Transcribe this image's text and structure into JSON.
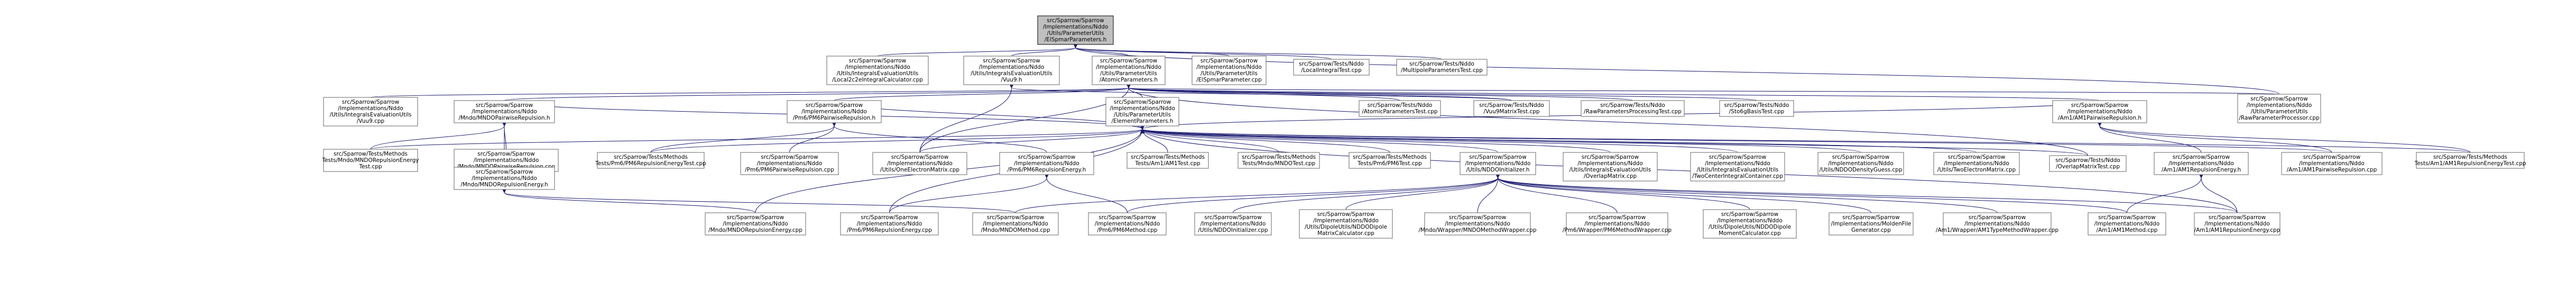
{
  "graph": {
    "colors": {
      "node_fill": "#ffffff",
      "node_stroke": "#666666",
      "root_fill": "#bfbfbf",
      "root_stroke": "#000000",
      "edge": "#191970",
      "text": "#000000"
    },
    "nodes": [
      {
        "id": "root",
        "lines": [
          "src/Sparrow/Sparrow",
          "/Implementations/Nddo",
          "/Utils/ParameterUtils",
          "/ElSpmarParameters.h"
        ]
      },
      {
        "id": "loc2c",
        "lines": [
          "src/Sparrow/Sparrow",
          "/Implementations/Nddo",
          "/Utils/IntegralsEvaluationUtils",
          "/Local2c2eIntegralCalculator.cpp"
        ]
      },
      {
        "id": "vuu",
        "lines": [
          "src/Sparrow/Sparrow",
          "/Implementations/Nddo",
          "/Utils/IntegralsEvaluationUtils",
          "/Vuu9.h"
        ]
      },
      {
        "id": "atomic",
        "lines": [
          "src/Sparrow/Sparrow",
          "/Implementations/Nddo",
          "/Utils/ParameterUtils",
          "/AtomicParameters.h"
        ]
      },
      {
        "id": "elspmarcpp",
        "lines": [
          "src/Sparrow/Sparrow",
          "/Implementations/Nddo",
          "/Utils/ParameterUtils",
          "/ElSpmarParameter.cpp"
        ]
      },
      {
        "id": "locint",
        "lines": [
          "src/Sparrow/Tests/Nddo",
          "/LocalIntegralTest.cpp"
        ]
      },
      {
        "id": "multparam",
        "lines": [
          "src/Sparrow/Tests/Nddo",
          "/MultipoleParametersTest.cpp"
        ]
      },
      {
        "id": "rawproc",
        "lines": [
          "src/Sparrow/Sparrow",
          "/Implementations/Nddo",
          "/Utils/ParameterUtils",
          "/RawParameterProcessor.cpp"
        ]
      },
      {
        "id": "vuu9cpp",
        "lines": [
          "src/Sparrow/Sparrow",
          "/Implementations/Nddo",
          "/Utils/IntegralsEvaluationUtils",
          "/Vuu9.cpp"
        ]
      },
      {
        "id": "mndoparh",
        "lines": [
          "src/Sparrow/Sparrow",
          "/Implementations/Nddo",
          "/Mndo/MNDOPairwiseRepulsion.h"
        ]
      },
      {
        "id": "pm6parh",
        "lines": [
          "src/Sparrow/Sparrow",
          "/Implementations/Nddo",
          "/Pm6/PM6PairwiseRepulsion.h"
        ]
      },
      {
        "id": "element",
        "lines": [
          "src/Sparrow/Sparrow",
          "/Implementations/Nddo",
          "/Utils/ParameterUtils",
          "/ElementParameters.h"
        ]
      },
      {
        "id": "atomtest",
        "lines": [
          "src/Sparrow/Tests/Nddo",
          "/AtomicParametersTest.cpp"
        ]
      },
      {
        "id": "rawtest",
        "lines": [
          "src/Sparrow/Tests/Nddo",
          "/RawParametersProcessingTest.cpp"
        ]
      },
      {
        "id": "sto6g",
        "lines": [
          "src/Sparrow/Tests/Nddo",
          "/Sto6gBasisTest.cpp"
        ]
      },
      {
        "id": "am1parh",
        "lines": [
          "src/Sparrow/Sparrow",
          "/Implementations/Nddo",
          "/Am1/AM1PairwiseRepulsion.h"
        ]
      },
      {
        "id": "vuu9test",
        "lines": [
          "src/Sparrow/Tests/Nddo",
          "/Vuu9MatrixTest.cpp"
        ]
      },
      {
        "id": "tmndoene",
        "lines": [
          "src/Sparrow/Tests/Methods",
          "Tests/Mndo/MNDORepulsionEnergy",
          "Test.cpp"
        ]
      },
      {
        "id": "mndoparcpp",
        "lines": [
          "src/Sparrow/Sparrow",
          "/Implementations/Nddo",
          "/Mndo/MNDOPairwiseRepulsion.cpp"
        ]
      },
      {
        "id": "mndorepeh",
        "lines": [
          "src/Sparrow/Sparrow",
          "/Implementations/Nddo",
          "/Mndo/MNDORepulsionEnergy.h"
        ]
      },
      {
        "id": "tpm6ene",
        "lines": [
          "src/Sparrow/Tests/Methods",
          "Tests/Pm6/PM6RepulsionEnergyTest.cpp"
        ]
      },
      {
        "id": "pm6parcpp",
        "lines": [
          "src/Sparrow/Sparrow",
          "/Implementations/Nddo",
          "/Pm6/PM6PairwiseRepulsion.cpp"
        ]
      },
      {
        "id": "onecenter",
        "lines": [
          "src/Sparrow/Sparrow",
          "/Implementations/Nddo",
          "/Utils/OneElectronMatrix.cpp"
        ]
      },
      {
        "id": "pm6repeh",
        "lines": [
          "src/Sparrow/Sparrow",
          "/Implementations/Nddo",
          "/Pm6/PM6RepulsionEnergy.h"
        ]
      },
      {
        "id": "tam1",
        "lines": [
          "src/Sparrow/Tests/Methods",
          "Tests/Am1/AM1Test.cpp"
        ]
      },
      {
        "id": "tmndo",
        "lines": [
          "src/Sparrow/Tests/Methods",
          "Tests/Mndo/MNDOTest.cpp"
        ]
      },
      {
        "id": "tpm6",
        "lines": [
          "src/Sparrow/Tests/Methods",
          "Tests/Pm6/PM6Test.cpp"
        ]
      },
      {
        "id": "nddoinith",
        "lines": [
          "src/Sparrow/Sparrow",
          "/Implementations/Nddo",
          "/Utils/NDDOInitializer.h"
        ]
      },
      {
        "id": "overlapcpp",
        "lines": [
          "src/Sparrow/Sparrow",
          "/Implementations/Nddo",
          "/Utils/IntegralsEvaluationUtils",
          "/OverlapMatrix.cpp"
        ]
      },
      {
        "id": "twocenter",
        "lines": [
          "src/Sparrow/Sparrow",
          "/Implementations/Nddo",
          "/Utils/IntegralsEvaluationUtils",
          "/TwoCenterIntegralContainer.cpp"
        ]
      },
      {
        "id": "density",
        "lines": [
          "src/Sparrow/Sparrow",
          "/Implementations/Nddo",
          "/Utils/NDDODensityGuess.cpp"
        ]
      },
      {
        "id": "twoelec",
        "lines": [
          "src/Sparrow/Sparrow",
          "/Implementations/Nddo",
          "/Utils/TwoElectronMatrix.cpp"
        ]
      },
      {
        "id": "overlaptest",
        "lines": [
          "src/Sparrow/Tests/Nddo",
          "/OverlapMatrixTest.cpp"
        ]
      },
      {
        "id": "am1repeh",
        "lines": [
          "src/Sparrow/Sparrow",
          "/Implementations/Nddo",
          "/Am1/AM1RepulsionEnergy.h"
        ]
      },
      {
        "id": "am1parcpp",
        "lines": [
          "src/Sparrow/Sparrow",
          "/Implementations/Nddo",
          "/Am1/AM1PairwiseRepulsion.cpp"
        ]
      },
      {
        "id": "tam1ene",
        "lines": [
          "src/Sparrow/Tests/Methods",
          "Tests/Am1/AM1RepulsionEnergyTest.cpp"
        ]
      },
      {
        "id": "mndorepcpp",
        "lines": [
          "src/Sparrow/Sparrow",
          "/Implementations/Nddo",
          "/Mndo/MNDORepulsionEnergy.cpp"
        ]
      },
      {
        "id": "pm6repcpp",
        "lines": [
          "src/Sparrow/Sparrow",
          "/Implementations/Nddo",
          "/Pm6/PM6RepulsionEnergy.cpp"
        ]
      },
      {
        "id": "mndomethod",
        "lines": [
          "src/Sparrow/Sparrow",
          "/Implementations/Nddo",
          "/Mndo/MNDOMethod.cpp"
        ]
      },
      {
        "id": "pm6method",
        "lines": [
          "src/Sparrow/Sparrow",
          "/Implementations/Nddo",
          "/Pm6/PM6Method.cpp"
        ]
      },
      {
        "id": "nddoinitcpp",
        "lines": [
          "src/Sparrow/Sparrow",
          "/Implementations/Nddo",
          "/Utils/NDDOInitializer.cpp"
        ]
      },
      {
        "id": "dipolecalc",
        "lines": [
          "src/Sparrow/Sparrow",
          "/Implementations/Nddo",
          "/Utils/DipoleUtils/NDDODipole",
          "MatrixCalculator.cpp"
        ]
      },
      {
        "id": "mndowrap",
        "lines": [
          "src/Sparrow/Sparrow",
          "/Implementations/Nddo",
          "/Mndo/Wrapper/MNDOMethodWrapper.cpp"
        ]
      },
      {
        "id": "pm6wrap",
        "lines": [
          "src/Sparrow/Sparrow",
          "/Implementations/Nddo",
          "/Pm6/Wrapper/PM6MethodWrapper.cpp"
        ]
      },
      {
        "id": "dipolemom",
        "lines": [
          "src/Sparrow/Sparrow",
          "/Implementations/Nddo",
          "/Utils/DipoleUtils/NDDODipole",
          "MomentCalculator.cpp"
        ]
      },
      {
        "id": "moldengen",
        "lines": [
          "src/Sparrow/Sparrow",
          "/Implementations/MoldenFile",
          "Generator.cpp"
        ]
      },
      {
        "id": "am1wrap",
        "lines": [
          "src/Sparrow/Sparrow",
          "/Implementations/Nddo",
          "/Am1/Wrapper/AM1TypeMethodWrapper.cpp"
        ]
      },
      {
        "id": "am1method",
        "lines": [
          "src/Sparrow/Sparrow",
          "/Implementations/Nddo",
          "/Am1/AM1Method.cpp"
        ]
      },
      {
        "id": "am1repcpp",
        "lines": [
          "src/Sparrow/Sparrow",
          "/Implementations/Nddo",
          "/Am1/AM1RepulsionEnergy.cpp"
        ]
      }
    ]
  }
}
